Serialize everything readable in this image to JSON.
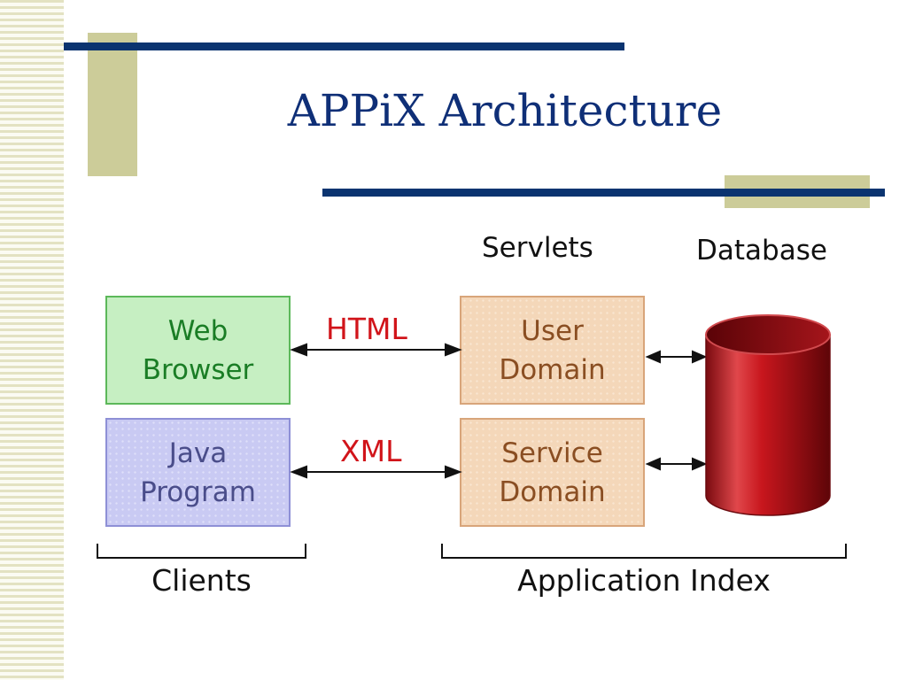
{
  "slide": {
    "title": "APPiX Architecture"
  },
  "theme": {
    "title_color": "#0f2f77",
    "accent_line": "#0b3470",
    "accent_block": "#cccc99"
  },
  "headings": {
    "servlets": "Servlets",
    "database": "Database"
  },
  "clients": {
    "web_browser": {
      "line1": "Web",
      "line2": "Browser",
      "color": "#c6efc2"
    },
    "java_program": {
      "line1": "Java",
      "line2": "Program",
      "color": "#c9caf3"
    }
  },
  "protocols": {
    "top": "HTML",
    "bottom": "XML",
    "color": "#d1141a"
  },
  "domains": {
    "user": {
      "line1": "User",
      "line2": "Domain"
    },
    "service": {
      "line1": "Service",
      "line2": "Domain"
    },
    "color": "#f4d7b9"
  },
  "database": {
    "color": "#c8161d"
  },
  "groups": {
    "clients": "Clients",
    "application_index": "Application Index"
  }
}
